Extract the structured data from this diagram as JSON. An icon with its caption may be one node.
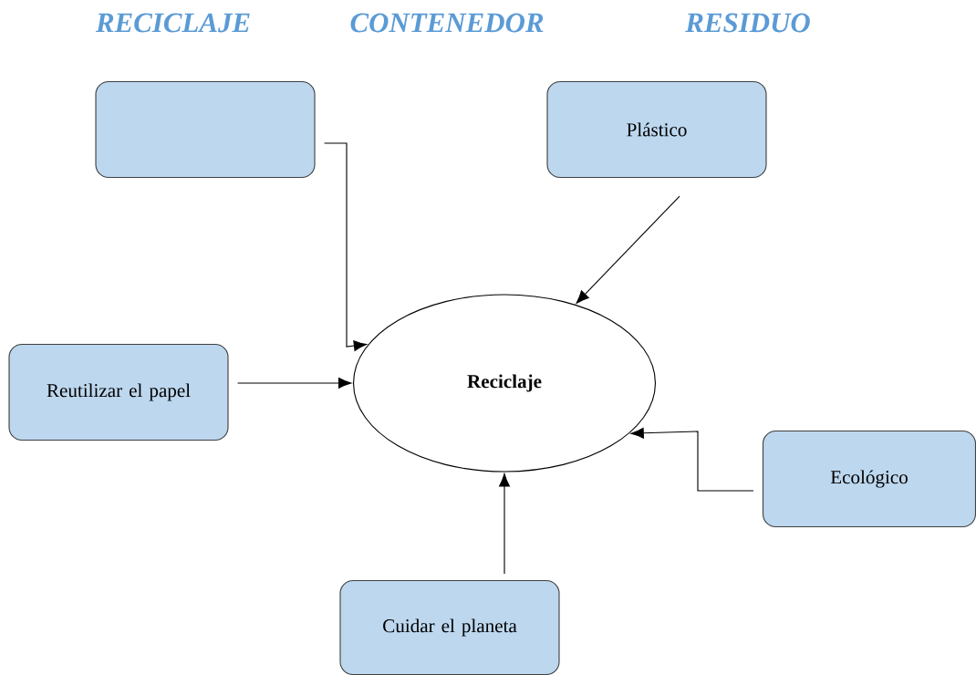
{
  "diagram": {
    "nodes": [
      {
        "text": [],
        "shape": "box"
      },
      {
        "text": [
          "Plástico"
        ]
      },
      {
        "text": [
          "Reciclaje"
        ]
      },
      {
        "text": [
          "Reutilizar el papel"
        ]
      },
      {
        "text": [
          "Ecológico"
        ]
      },
      {
        "text": [
          "Cuidar el planeta"
        ]
      }
    ],
    "edges": [
      {
        "from": 0,
        "to": 2,
        "arrow": "to"
      },
      {
        "from": 1,
        "to": 2,
        "arrow": "to"
      },
      {
        "from": 3,
        "to": 2,
        "arrow": "to"
      },
      {
        "from": 4,
        "to": 2,
        "arrow": "to"
      },
      {
        "from": 5,
        "to": 2,
        "arrow": "to"
      }
    ],
    "labels": [
      "RECICLAJE",
      "CONTENEDOR",
      "RESIDUO"
    ]
  }
}
